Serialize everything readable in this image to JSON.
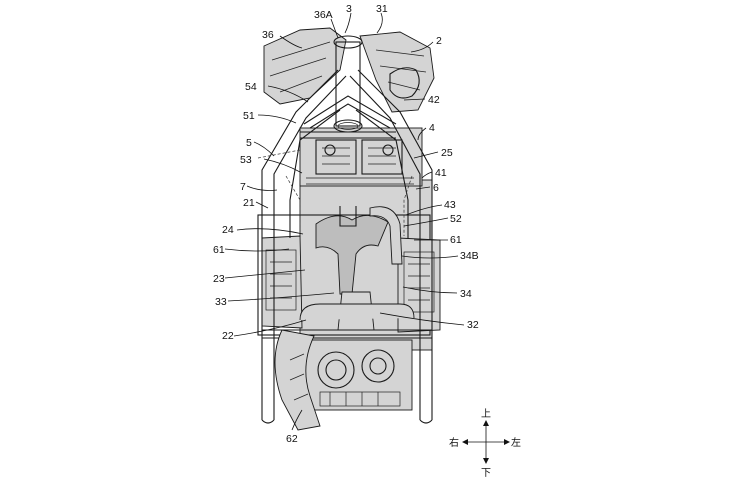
{
  "figure": {
    "reference_labels": [
      {
        "id": "3",
        "text": "3"
      },
      {
        "id": "36A",
        "text": "36A"
      },
      {
        "id": "31",
        "text": "31"
      },
      {
        "id": "36",
        "text": "36"
      },
      {
        "id": "2",
        "text": "2"
      },
      {
        "id": "54",
        "text": "54"
      },
      {
        "id": "42",
        "text": "42"
      },
      {
        "id": "51",
        "text": "51"
      },
      {
        "id": "4",
        "text": "4"
      },
      {
        "id": "5",
        "text": "5"
      },
      {
        "id": "25",
        "text": "25"
      },
      {
        "id": "53",
        "text": "53"
      },
      {
        "id": "41",
        "text": "41"
      },
      {
        "id": "7",
        "text": "7"
      },
      {
        "id": "6",
        "text": "6"
      },
      {
        "id": "21",
        "text": "21"
      },
      {
        "id": "43",
        "text": "43"
      },
      {
        "id": "52",
        "text": "52"
      },
      {
        "id": "24",
        "text": "24"
      },
      {
        "id": "61a",
        "text": "61"
      },
      {
        "id": "61b",
        "text": "61"
      },
      {
        "id": "34B",
        "text": "34B"
      },
      {
        "id": "23",
        "text": "23"
      },
      {
        "id": "34",
        "text": "34"
      },
      {
        "id": "33",
        "text": "33"
      },
      {
        "id": "32",
        "text": "32"
      },
      {
        "id": "22",
        "text": "22"
      },
      {
        "id": "62",
        "text": "62"
      }
    ],
    "compass": {
      "up": "上",
      "down": "下",
      "right": "右",
      "left": "左"
    }
  }
}
